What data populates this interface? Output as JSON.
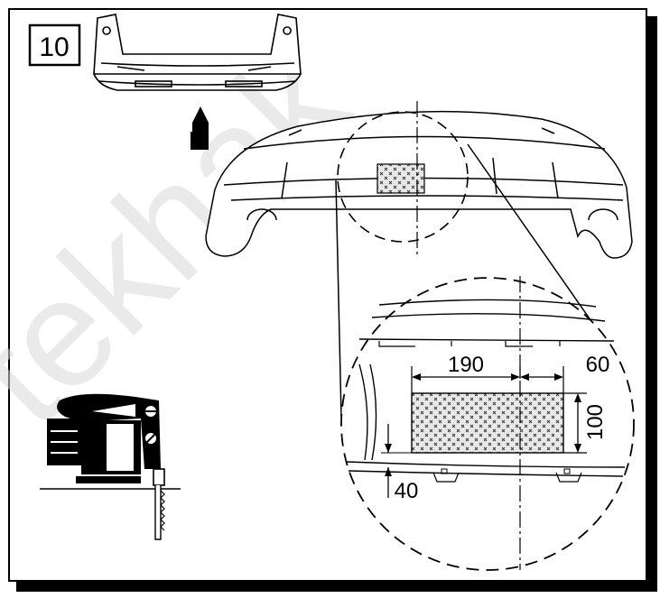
{
  "step": {
    "number": "10"
  },
  "watermark": {
    "text": "tekhak"
  },
  "dimensions": {
    "width_main": "190",
    "width_offset": "60",
    "height": "100",
    "bottom_offset": "40"
  },
  "icons": [
    "jigsaw-icon",
    "up-arrow-icon",
    "car-rear-view-icon",
    "bumper-icon",
    "cutout-pattern-icon"
  ],
  "colors": {
    "line": "#000000",
    "shadow": "#000000",
    "pattern_fill": "#e0e0e0",
    "watermark": "#d9d9d9"
  }
}
